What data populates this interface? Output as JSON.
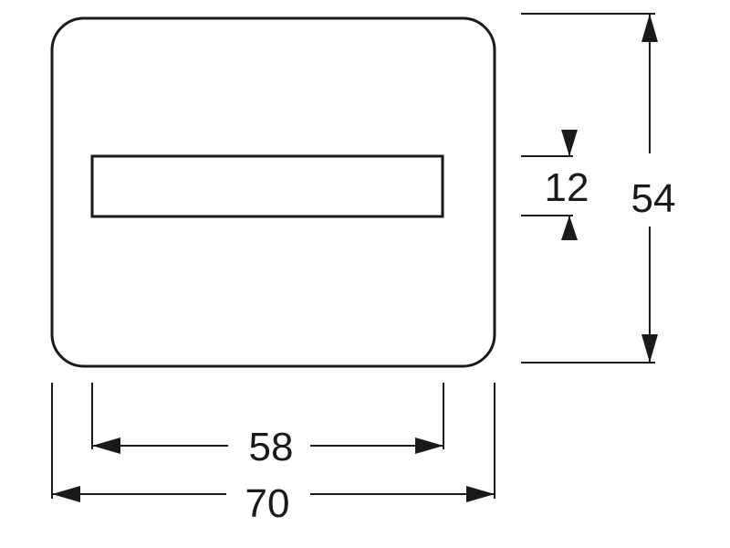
{
  "diagram": {
    "dimensions": {
      "width_outer": "70",
      "width_inner": "58",
      "height_outer": "54",
      "height_inner": "12"
    },
    "colors": {
      "stroke": "#1a1a1a",
      "background": "#ffffff"
    }
  }
}
